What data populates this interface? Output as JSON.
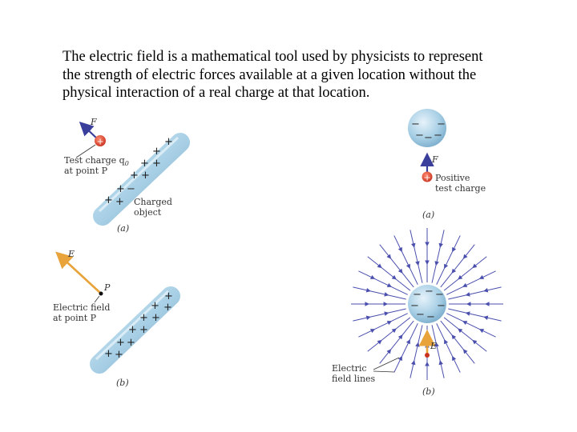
{
  "paragraph": {
    "line1": "The electric field is a mathematical tool used by physicists to represent",
    "line2": "the strength of electric forces available at a given location without the",
    "line3": "physical interaction of a real charge at that location."
  },
  "figure_left_top": {
    "force_label": "F",
    "charge_sign": "+",
    "test_charge_line1": "Test charge q",
    "test_charge_sub": "0",
    "test_charge_line2": "at point P",
    "charged_object_line1": "Charged",
    "charged_object_line2": "object",
    "caption": "(a)"
  },
  "figure_left_bottom": {
    "field_label": "E",
    "point_label": "P",
    "field_text_line1": "Electric field",
    "field_text_line2": "at point P",
    "caption": "(b)"
  },
  "figure_right_top": {
    "force_label": "F",
    "charge_sign": "+",
    "positive_line1": "Positive",
    "positive_line2": "test charge",
    "caption": "(a)"
  },
  "figure_right_bottom": {
    "field_label": "E",
    "field_lines_line1": "Electric",
    "field_lines_line2": "field lines",
    "caption": "(b)"
  },
  "colors": {
    "rod": "#a9d0e6",
    "rod_dark": "#7fb2cf",
    "force_arrow": "#3b3f9c",
    "field_arrow": "#e8a33a",
    "positive_charge": "#d9432f",
    "field_line": "#4a4fae"
  }
}
